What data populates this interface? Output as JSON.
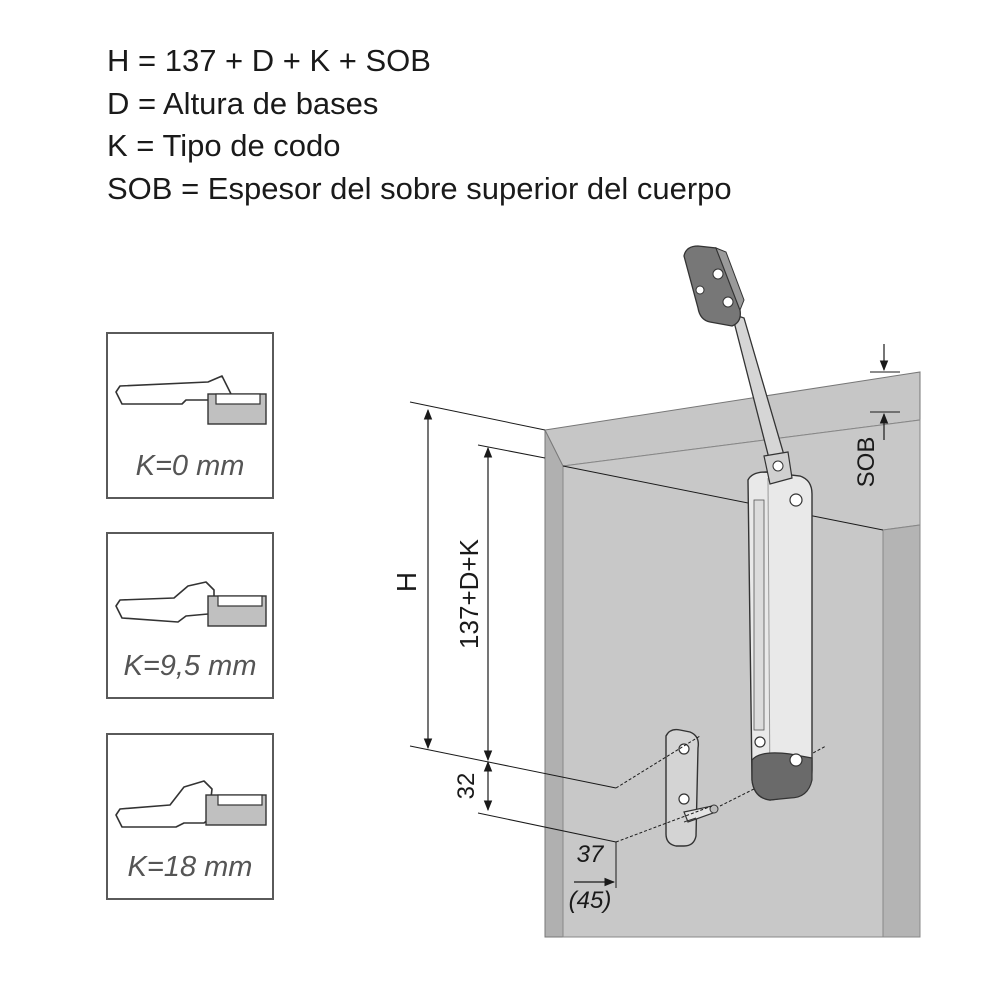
{
  "formulas": [
    "H = 137 + D + K + SOB",
    "D = Altura de bases",
    "K = Tipo de codo",
    "SOB = Espesor del sobre superior del cuerpo"
  ],
  "k_options": [
    {
      "label": "K=0 mm",
      "k_mm": 0
    },
    {
      "label": "K=9,5 mm",
      "k_mm": 9.5
    },
    {
      "label": "K=18 mm",
      "k_mm": 18
    }
  ],
  "dimensions": {
    "h_label": "H",
    "lower_label": "137+D+K",
    "sob_label": "SOB",
    "vertical_offset": "32",
    "horizontal_offset": "37",
    "horizontal_offset_alt": "(45)"
  },
  "colors": {
    "panel_gray": "#c8c8c8",
    "panel_dark": "#aaaaaa",
    "line": "#1a1a1a",
    "mechanism_dark": "#666666"
  }
}
